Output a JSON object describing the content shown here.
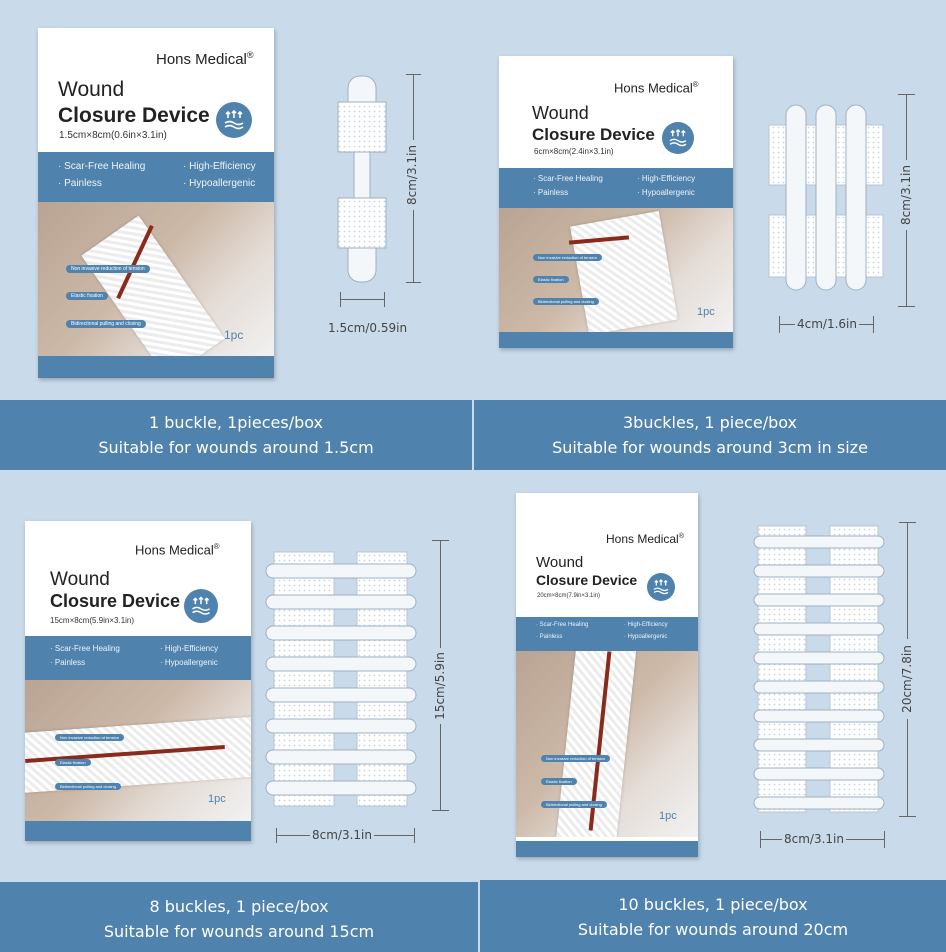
{
  "colors": {
    "background": "#c9daea",
    "accent": "#4f82ad",
    "wound": "#8a2a1c"
  },
  "panels": [
    {
      "brand": "Hons Medical",
      "reg": "®",
      "title_1": "Wound",
      "title_2": "Closure Device",
      "size": "1.5cm×8cm(0.6in×3.1in)",
      "features": [
        "· Scar-Free Healing",
        "· High-Efficiency",
        "· Painless",
        "· Hypoallergenic"
      ],
      "pills": [
        "Non invasive reduction of tension",
        "Elastic fixation",
        "Bidirectional pulling and closing"
      ],
      "count": "1pc",
      "height_label": "8cm/3.1in",
      "width_label": "1.5cm/0.59in",
      "caption_1": "1 buckle, 1pieces/box",
      "caption_2": "Suitable for wounds around 1.5cm",
      "buckles": 1
    },
    {
      "brand": "Hons Medical",
      "reg": "®",
      "title_1": "Wound",
      "title_2": "Closure Device",
      "size": "6cm×8cm(2.4in×3.1in)",
      "features": [
        "· Scar-Free Healing",
        "· High-Efficiency",
        "· Painless",
        "· Hypoallergenic"
      ],
      "pills": [
        "Non invasive reduction of tension",
        "Elastic fixation",
        "Bidirectional pulling and closing"
      ],
      "count": "1pc",
      "height_label": "8cm/3.1in",
      "width_label": "4cm/1.6in",
      "caption_1": "3buckles, 1 piece/box",
      "caption_2": "Suitable for wounds around 3cm in size",
      "buckles": 3
    },
    {
      "brand": "Hons Medical",
      "reg": "®",
      "title_1": "Wound",
      "title_2": "Closure Device",
      "size": "15cm×8cm(5.9in×3.1in)",
      "features": [
        "· Scar-Free Healing",
        "· High-Efficiency",
        "· Painless",
        "· Hypoallergenic"
      ],
      "pills": [
        "Non invasive reduction of tension",
        "Elastic fixation",
        "Bidirectional pulling and closing"
      ],
      "count": "1pc",
      "height_label": "15cm/5.9in",
      "width_label": "8cm/3.1in",
      "caption_1": "8 buckles, 1 piece/box",
      "caption_2": "Suitable for wounds around 15cm",
      "buckles": 8
    },
    {
      "brand": "Hons Medical",
      "reg": "®",
      "title_1": "Wound",
      "title_2": "Closure Device",
      "size": "20cm×8cm(7.9in×3.1in)",
      "features": [
        "· Scar-Free Healing",
        "· High-Efficiency",
        "· Painless",
        "· Hypoallergenic"
      ],
      "pills": [
        "Non invasive reduction of tension",
        "Elastic fixation",
        "Bidirectional pulling and closing"
      ],
      "count": "1pc",
      "height_label": "20cm/7.8in",
      "width_label": "8cm/3.1in",
      "caption_1": "10 buckles, 1 piece/box",
      "caption_2": "Suitable for wounds around 20cm",
      "buckles": 10
    }
  ]
}
